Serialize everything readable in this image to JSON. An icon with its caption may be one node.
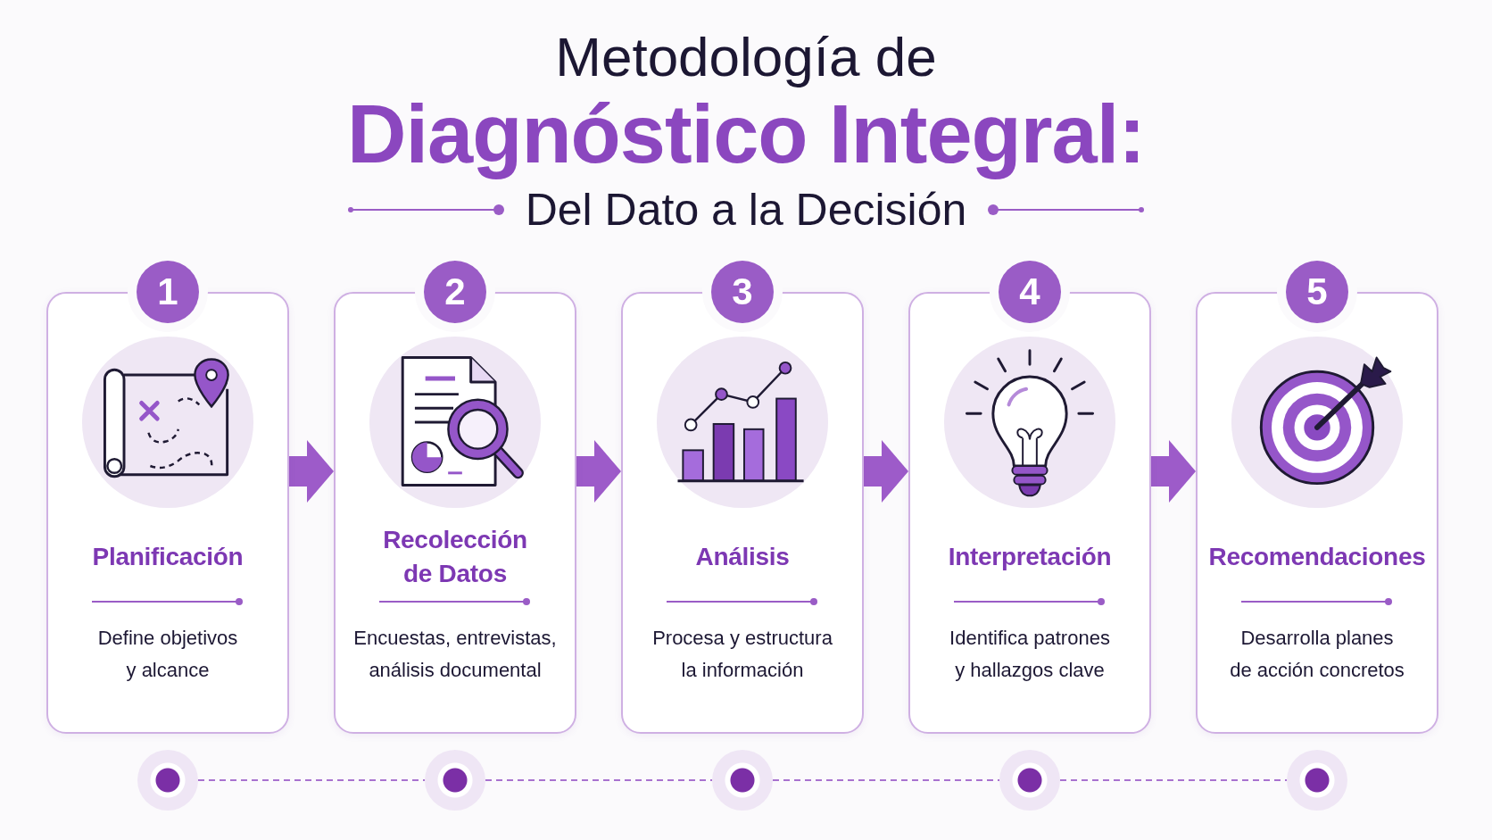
{
  "diagram": {
    "title": "Metodología de **Diagnóstico Integral:**",
    "nodes": [
      {
        "text": [
          "1",
          "Planificación",
          "Define objetivos y alcance"
        ]
      },
      {
        "text": [
          "2",
          "Recolección de Datos",
          "Encuestas, entrevistas, análisis documental"
        ]
      },
      {
        "text": [
          "3",
          "Análisis",
          "Procesa y estructura la información"
        ]
      },
      {
        "text": [
          "4",
          "Interpretación",
          "Identifica patrones y hallazgos clave"
        ]
      },
      {
        "text": [
          "5",
          "Recomendaciones",
          "Desarrolla planes de acción concretos"
        ]
      },
      {
        "text": [],
        "shape": "circle"
      },
      {
        "text": [],
        "shape": "circle"
      },
      {
        "text": [],
        "shape": "circle"
      },
      {
        "text": [],
        "shape": "circle"
      },
      {
        "text": [],
        "shape": "circle"
      }
    ],
    "edges": [
      {
        "from": 0,
        "to": 1,
        "arrow": "to",
        "style": "thick"
      },
      {
        "from": 1,
        "to": 2,
        "arrow": "to",
        "style": "thick"
      },
      {
        "from": 2,
        "to": 3,
        "arrow": "to",
        "style": "thick"
      },
      {
        "from": 3,
        "to": 4,
        "arrow": "to",
        "style": "thick"
      },
      {
        "from": 5,
        "to": 6,
        "arrow": "none",
        "style": "dashed"
      },
      {
        "from": 6,
        "to": 7,
        "arrow": "none",
        "style": "dashed"
      },
      {
        "from": 7,
        "to": 8,
        "arrow": "none",
        "style": "dashed"
      },
      {
        "from": 8,
        "to": 9,
        "arrow": "none",
        "style": "dashed"
      }
    ],
    "labels": [
      "Del Dato a la Decisión"
    ]
  }
}
